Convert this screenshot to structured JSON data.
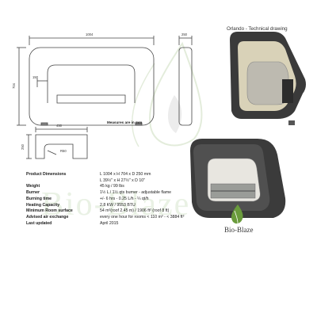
{
  "drawing": {
    "title": "Orlando -  Technical drawing",
    "measures_note": "Measures are in mm",
    "dim_width": "1004",
    "dim_height": "704",
    "dim_inner": "150",
    "dim_depth_top": "250",
    "dim_base_width": "450",
    "dim_base_height": "250",
    "dim_base_radius": "R50"
  },
  "specs": [
    {
      "label": "Product Dimensions",
      "value": "L 1004 x H 704 x D 250 mm"
    },
    {
      "label": "",
      "value": "L 39½\" x H 27½\" x D 10\""
    },
    {
      "label": "Weight",
      "value": "45 kg / 99 lbs"
    },
    {
      "label": "Burner",
      "value": "1½ L / 1½ qts burner - adjustable flame"
    },
    {
      "label": "Burning time",
      "value": "+/- 6 hrs - 0.25 L/h - ¼ qt/h"
    },
    {
      "label": "Heating Capacity",
      "value": "2.8 KW / 9553 BTU"
    },
    {
      "label": "Minimum Room surface",
      "value": "54 m²(roof 2.45 m) / 1906 ft² (roof 8 ft)"
    },
    {
      "label": "Advised air exchange",
      "value": "every one hour for rooms < 110 m³ - < 3884 ft³"
    }
  ],
  "updated": {
    "label": "Last updated",
    "value": "April 2015"
  },
  "brand": {
    "name": "Bio-Blaze",
    "watermark": "Bio-Blaze",
    "watermark_mark": "®"
  },
  "colors": {
    "accent": "#6a9b3c",
    "body_dark": "#3a3a3a",
    "glass": "#d9d2b8"
  }
}
